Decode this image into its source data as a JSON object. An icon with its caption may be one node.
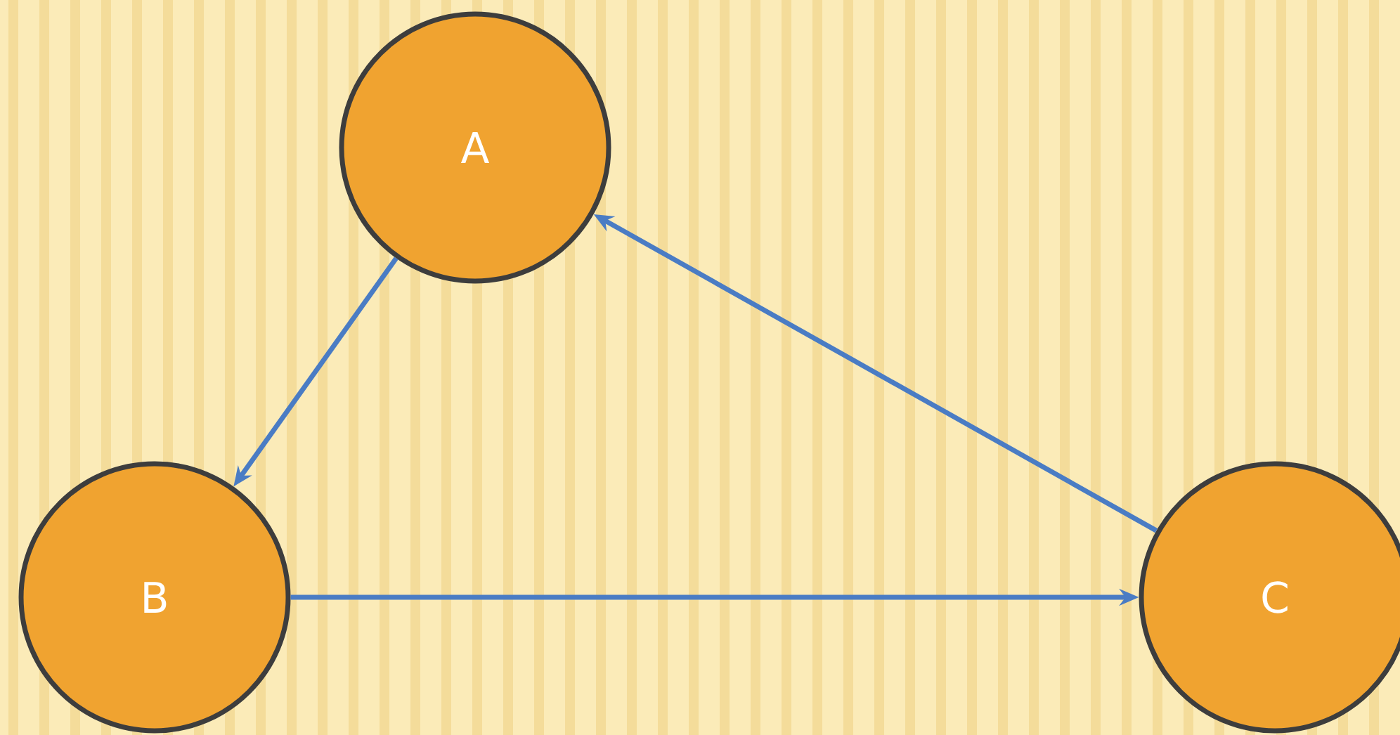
{
  "diagram": {
    "nodes": [
      {
        "text": [
          "A"
        ]
      },
      {
        "text": [
          "B"
        ]
      },
      {
        "text": [
          "C"
        ]
      }
    ],
    "edges": [
      {
        "from": 0,
        "to": 1,
        "arrow": "to"
      },
      {
        "from": 1,
        "to": 2,
        "arrow": "to"
      },
      {
        "from": 2,
        "to": 0,
        "arrow": "to"
      }
    ]
  }
}
